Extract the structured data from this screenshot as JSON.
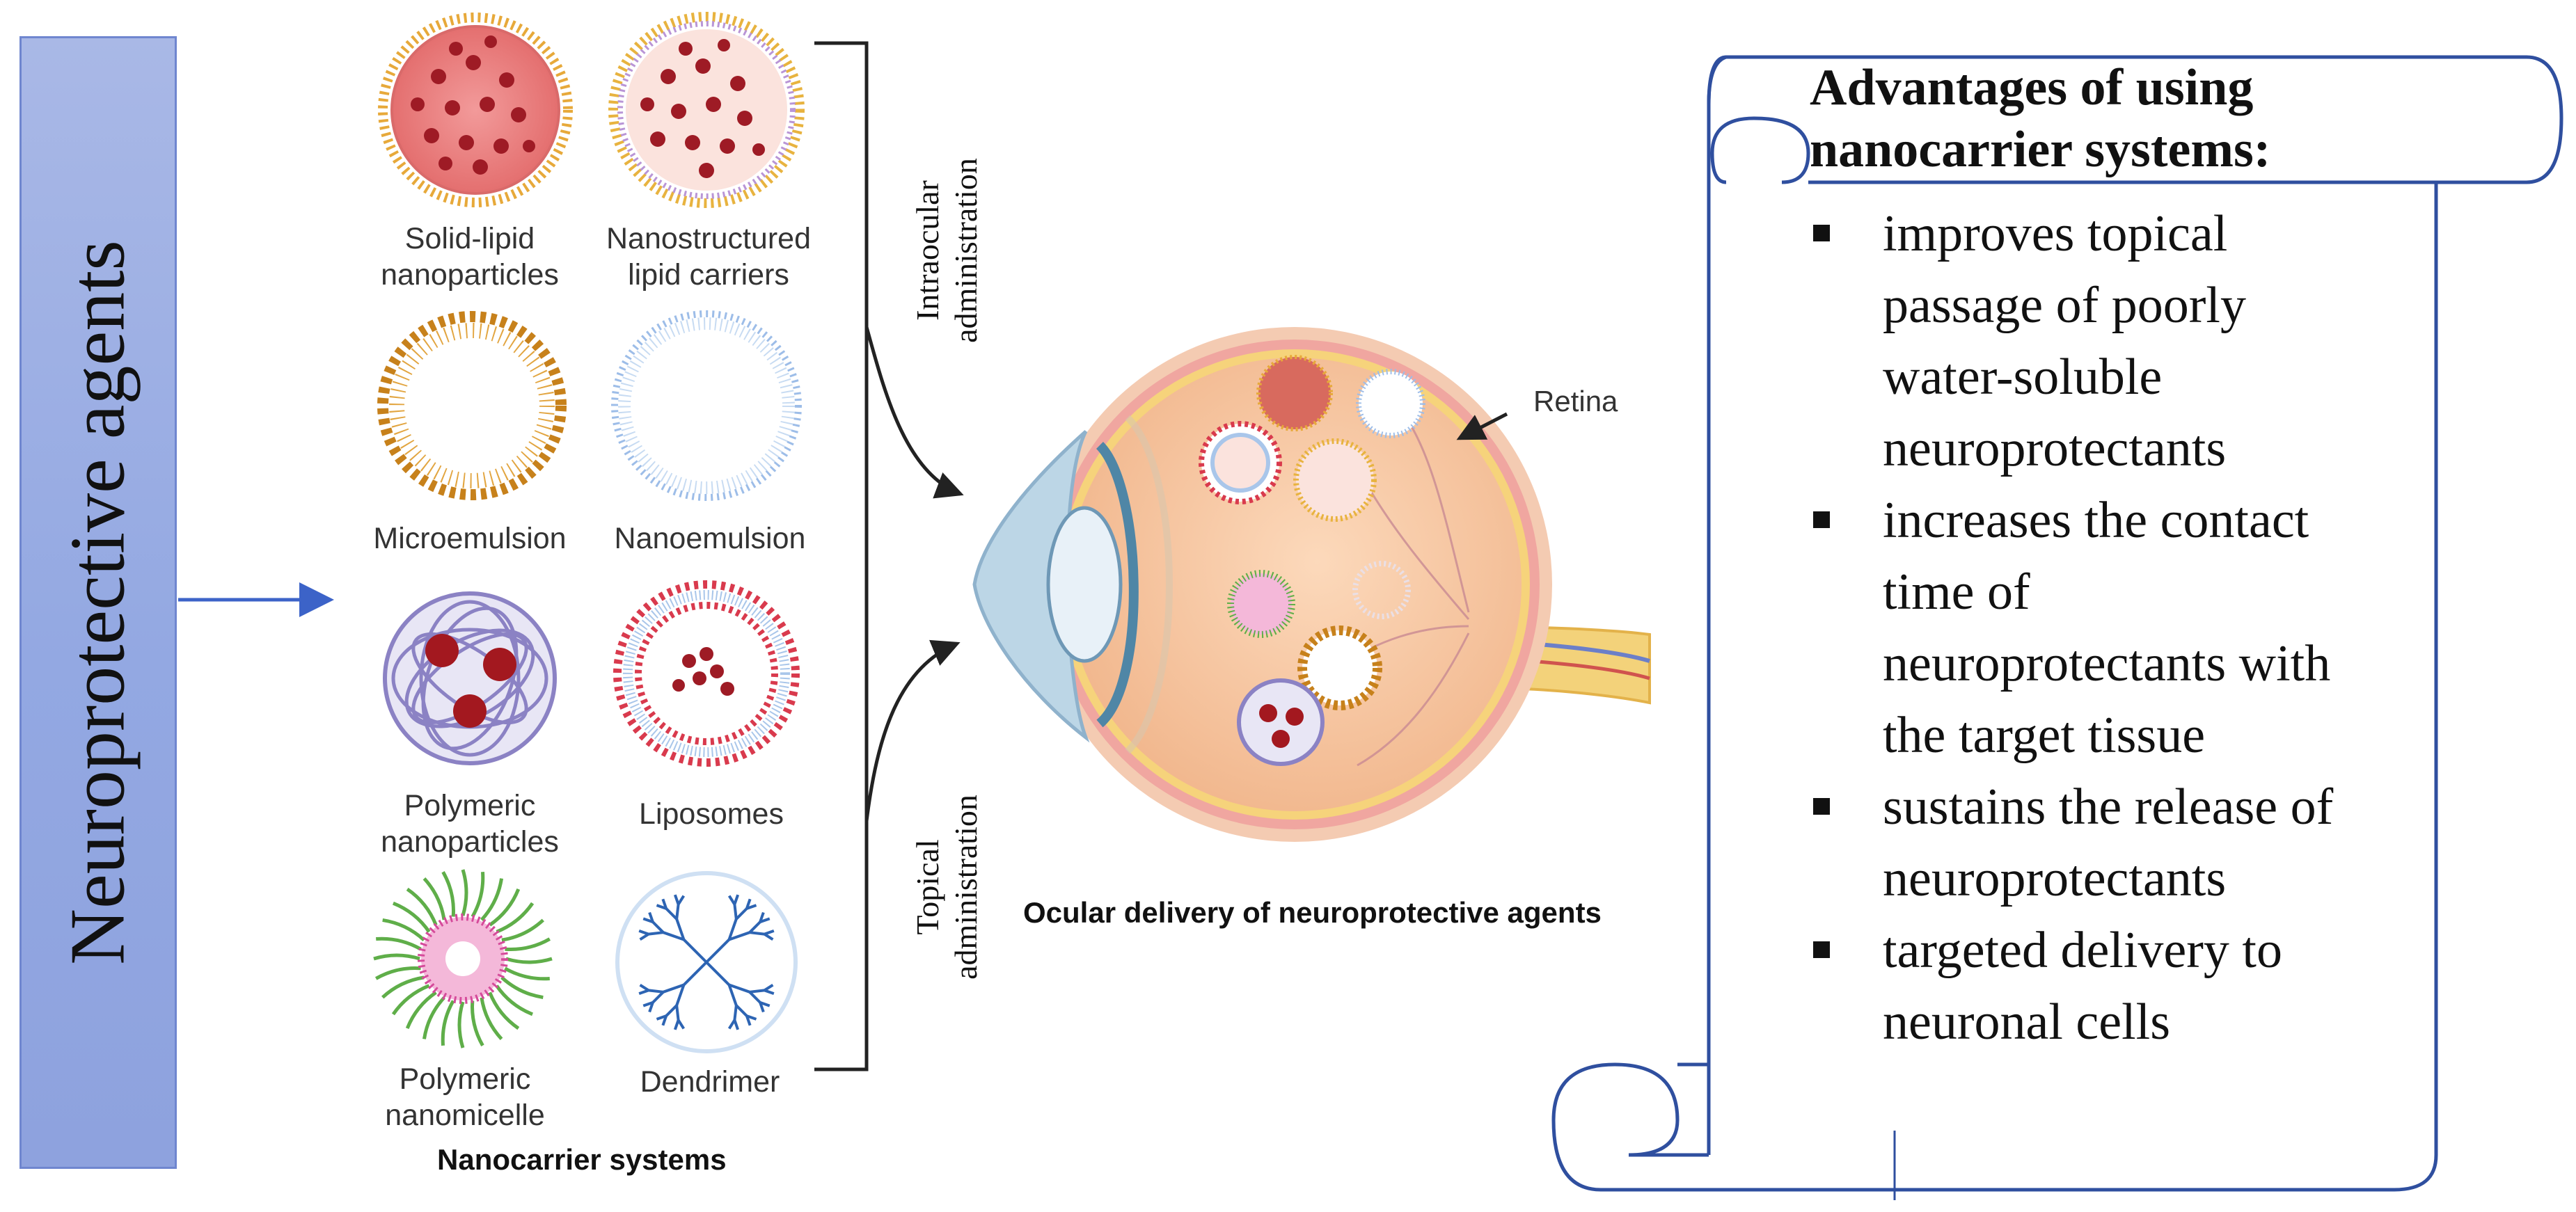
{
  "left_panel": {
    "title": "Neuroprotective agents"
  },
  "nanocarriers": {
    "items": [
      {
        "label": "Solid-lipid\nnanoparticles"
      },
      {
        "label": "Nanostructured\nlipid carriers"
      },
      {
        "label": "Microemulsion"
      },
      {
        "label": "Nanoemulsion"
      },
      {
        "label": "Polymeric\nnanoparticles"
      },
      {
        "label": "Liposomes"
      },
      {
        "label": "Polymeric\nnanomicelle"
      },
      {
        "label": "Dendrimer"
      }
    ],
    "caption": "Nanocarrier systems"
  },
  "routes": {
    "intraocular": "Intraocular\nadministration",
    "topical": "Topical\nadministration"
  },
  "eye": {
    "retina_label": "Retina",
    "caption": "Ocular delivery of neuroprotective agents"
  },
  "advantages": {
    "title": "Advantages of using\nnanocarrier systems:",
    "items": [
      "improves topical\npassage of poorly\nwater-soluble\nneuroprotectants",
      "increases the contact\ntime of\nneuroprotectants with\nthe target tissue",
      "sustains the release of\nneuroprotectants",
      "targeted delivery to\nneuronal cells"
    ]
  },
  "colors": {
    "banner": "#9aaee4",
    "scroll_outline": "#2f4f9f",
    "particle_red": "#b8262c",
    "lipid_orange": "#d4891c",
    "liposome_blue": "#a9c6ea",
    "polymer_purple": "#8b82c4",
    "micelle_green": "#5fae49",
    "micelle_pink": "#d54a9a",
    "dendrimer_blue": "#2d64b3",
    "eye_skin": "#f6c9a7"
  }
}
